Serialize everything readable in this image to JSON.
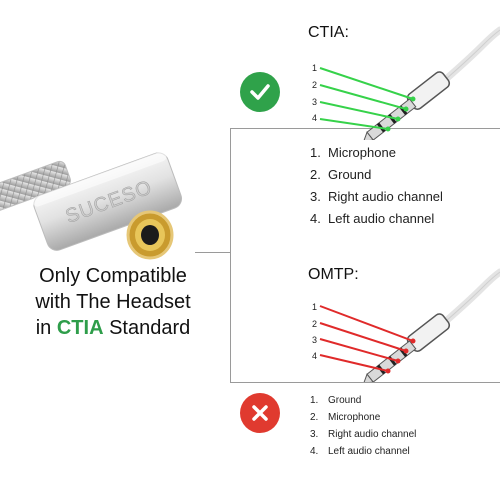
{
  "ctia": {
    "title": "CTIA:",
    "pins": [
      "1",
      "2",
      "3",
      "4"
    ],
    "items": [
      {
        "num": "1.",
        "label": "Microphone"
      },
      {
        "num": "2.",
        "label": "Ground"
      },
      {
        "num": "3.",
        "label": "Right audio channel"
      },
      {
        "num": "4.",
        "label": "Left audio channel"
      }
    ],
    "wire_color": "#36d24a"
  },
  "omtp": {
    "title": "OMTP:",
    "pins": [
      "1",
      "2",
      "3",
      "4"
    ],
    "items": [
      {
        "num": "1.",
        "label": "Ground"
      },
      {
        "num": "2.",
        "label": "Microphone"
      },
      {
        "num": "3.",
        "label": "Right audio channel"
      },
      {
        "num": "4.",
        "label": "Left audio channel"
      }
    ],
    "wire_color": "#e02a2a"
  },
  "adapter": {
    "brand": "SUCESO",
    "body_color": "#e6e6e6",
    "jack_color": "#d9b24a"
  },
  "compatibility": {
    "line1": "Only Compatible",
    "line2": "with The Headset",
    "line3_prefix": "in ",
    "line3_highlight": "CTIA",
    "line3_suffix": " Standard",
    "highlight_color": "#2e9d4a"
  },
  "badges": {
    "ok_icon": "check-icon",
    "no_icon": "cross-icon"
  }
}
